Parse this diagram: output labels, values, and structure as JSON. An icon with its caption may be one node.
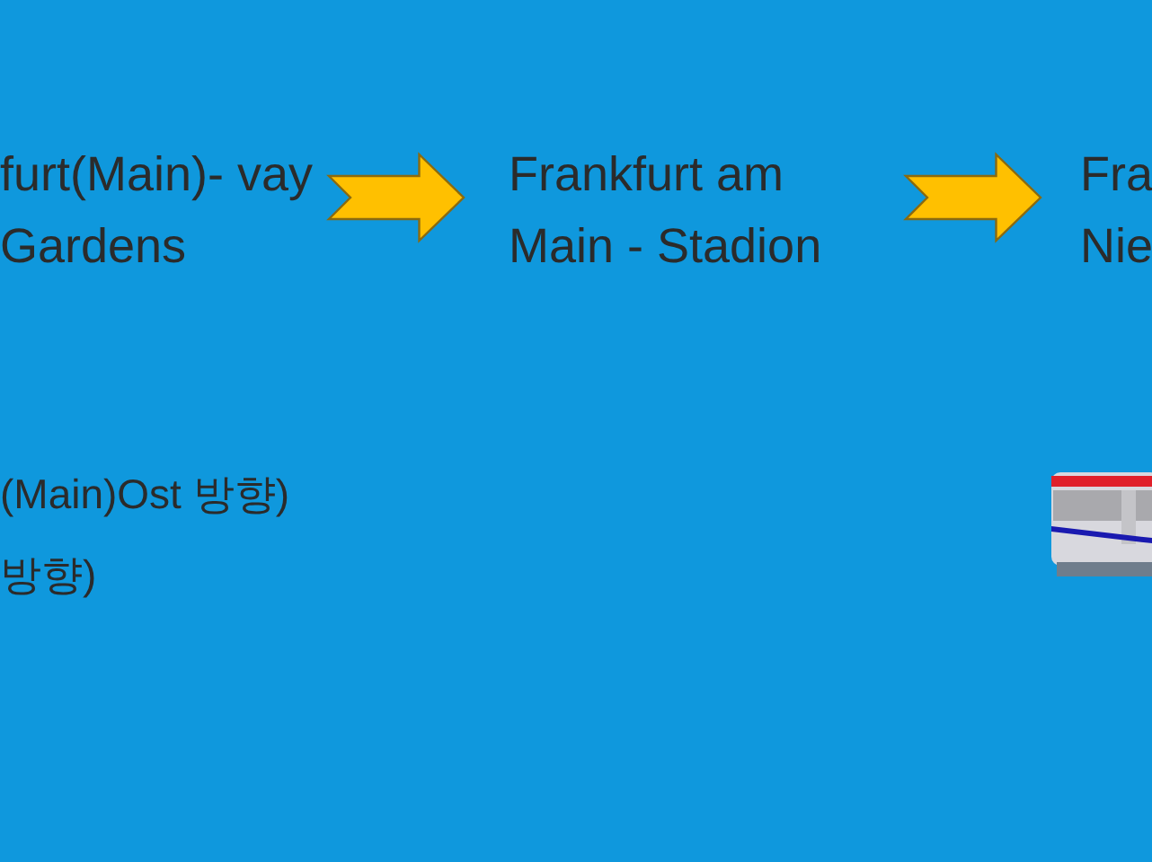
{
  "diagram": {
    "nodes": [
      {
        "text": [
          "furt(Main)- vay Gardens"
        ]
      },
      {
        "text": [
          "Frankfurt am Main - Stadion"
        ]
      },
      {
        "text": [
          "Fra Nie"
        ]
      }
    ],
    "edges": [
      {
        "from": 0,
        "to": 1,
        "arrow": "to"
      },
      {
        "from": 1,
        "to": 2,
        "arrow": "to"
      }
    ],
    "labels": [
      "(Main)Ost 방향)",
      "방향)"
    ]
  }
}
